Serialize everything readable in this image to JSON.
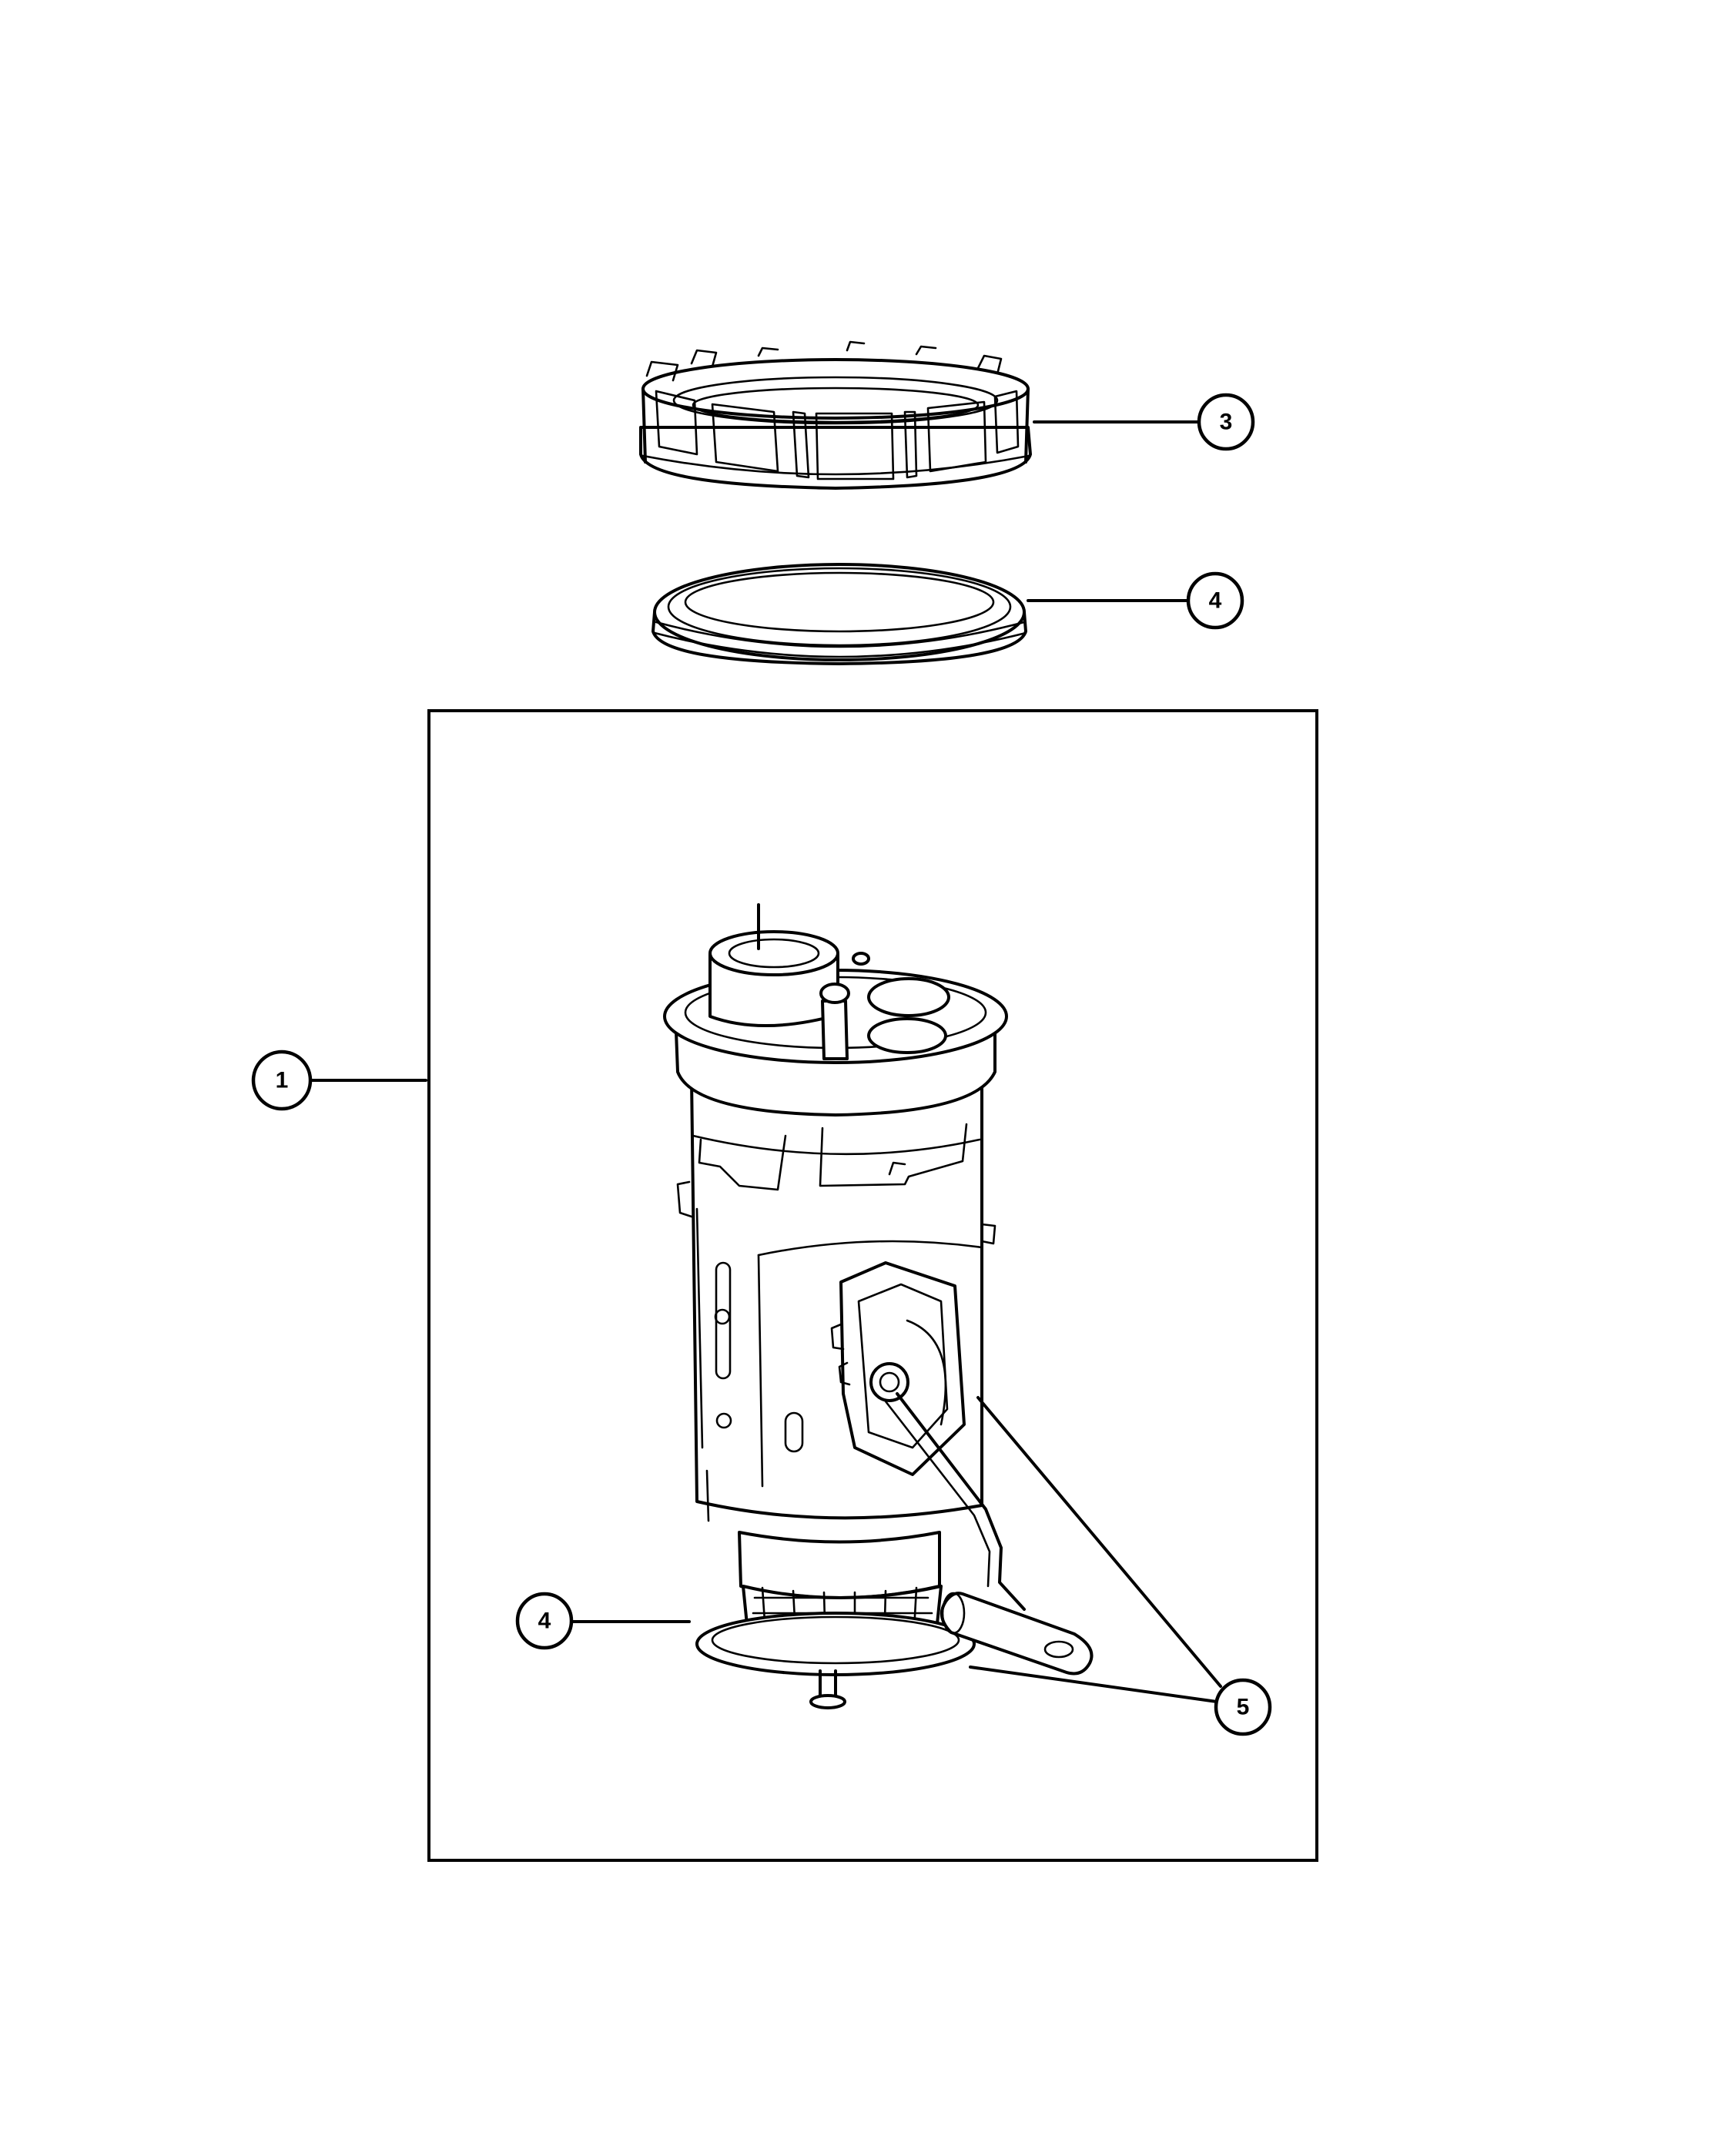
{
  "callouts": [
    {
      "id": "callout-1",
      "label": "1"
    },
    {
      "id": "callout-3",
      "label": "3"
    },
    {
      "id": "callout-4-top",
      "label": "4"
    },
    {
      "id": "callout-4-bottom",
      "label": "4"
    },
    {
      "id": "callout-5",
      "label": "5"
    }
  ],
  "colors": {
    "ink": "#000000",
    "paper": "#ffffff"
  }
}
